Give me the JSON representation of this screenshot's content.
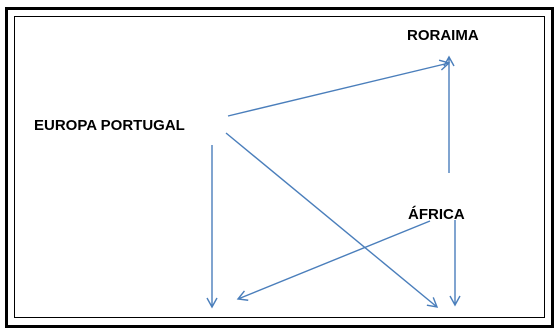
{
  "diagram": {
    "nodes": [
      {
        "id": "roraima",
        "label": "RORAIMA"
      },
      {
        "id": "europa",
        "label": "EUROPA PORTUGAL"
      },
      {
        "id": "africa",
        "label": "ÁFRICA"
      }
    ],
    "edges": [
      {
        "from": "europa",
        "to": "roraima"
      },
      {
        "from": "africa",
        "to": "roraima"
      },
      {
        "from": "europa",
        "to": "bottom-left"
      },
      {
        "from": "europa",
        "to": "bottom-right"
      },
      {
        "from": "africa",
        "to": "bottom-center"
      },
      {
        "from": "africa",
        "to": "bottom-right-2"
      }
    ],
    "colors": {
      "arrow": "#4a7ebb",
      "text": "#000000",
      "border": "#000000"
    }
  }
}
